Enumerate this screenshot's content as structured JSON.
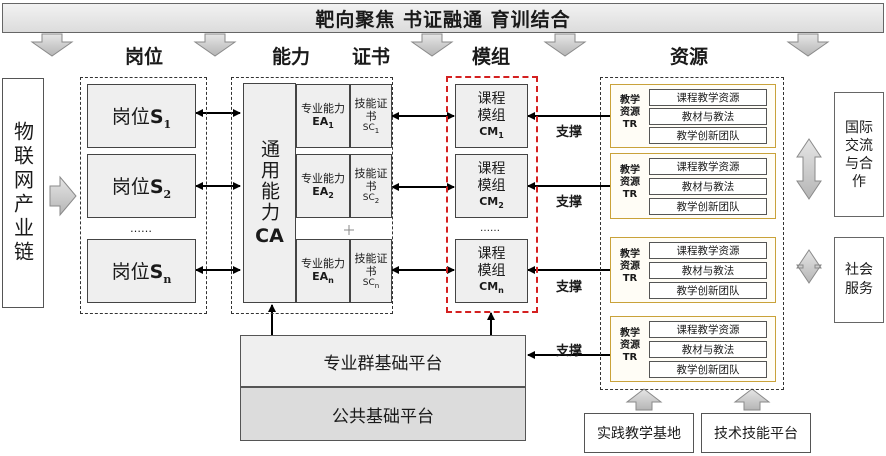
{
  "title": "靶向聚焦  书证融通  育训结合",
  "headers": {
    "post": "岗位",
    "ability": "能力",
    "cert": "证书",
    "module": "模组",
    "resource": "资源"
  },
  "industry_chain": "物联网产业链",
  "posts": [
    {
      "label": "岗位",
      "sub": "1"
    },
    {
      "label": "岗位",
      "sub": "2"
    },
    {
      "label": "岗位",
      "sub": "n"
    }
  ],
  "ellipsis": "……",
  "general_ability": {
    "text": "通用能力",
    "code": "CA"
  },
  "special_abilities": [
    {
      "text": "专业能力",
      "code": "EA",
      "sub": "1"
    },
    {
      "text": "专业能力",
      "code": "EA",
      "sub": "2"
    },
    {
      "text": "专业能力",
      "code": "EA",
      "sub": "n"
    }
  ],
  "certs": [
    {
      "text": "技能证书",
      "code": "SC",
      "sub": "1"
    },
    {
      "text": "技能证书",
      "code": "SC",
      "sub": "2"
    },
    {
      "text": "技能证书",
      "code": "SC",
      "sub": "n"
    }
  ],
  "modules": [
    {
      "text": "课程模组",
      "code": "CM",
      "sub": "1"
    },
    {
      "text": "课程模组",
      "code": "CM",
      "sub": "2"
    },
    {
      "text": "课程模组",
      "code": "CM",
      "sub": "n"
    }
  ],
  "support_label": "支撑",
  "resource_groups": [
    {
      "label": "教学资源",
      "code": "TR",
      "items": [
        "课程教学资源",
        "教材与教法",
        "教学创新团队"
      ]
    },
    {
      "label": "教学资源",
      "code": "TR",
      "items": [
        "课程教学资源",
        "教材与教法",
        "教学创新团队"
      ]
    },
    {
      "label": "教学资源",
      "code": "TR",
      "items": [
        "课程教学资源",
        "教材与教法",
        "教学创新团队"
      ]
    },
    {
      "label": "教学资源",
      "code": "TR",
      "items": [
        "课程教学资源",
        "教材与教法",
        "教学创新团队"
      ]
    }
  ],
  "platforms": {
    "professional": "专业群基础平台",
    "public": "公共基础平台"
  },
  "bases": {
    "practice": "实践教学基地",
    "tech": "技术技能平台"
  },
  "outputs": {
    "intl": "国际交流与合作",
    "social": "社会服务"
  },
  "colors": {
    "red_dash": "#d42020",
    "res_border": "#c9a23a",
    "grey_fill": "#d9d9d9"
  }
}
